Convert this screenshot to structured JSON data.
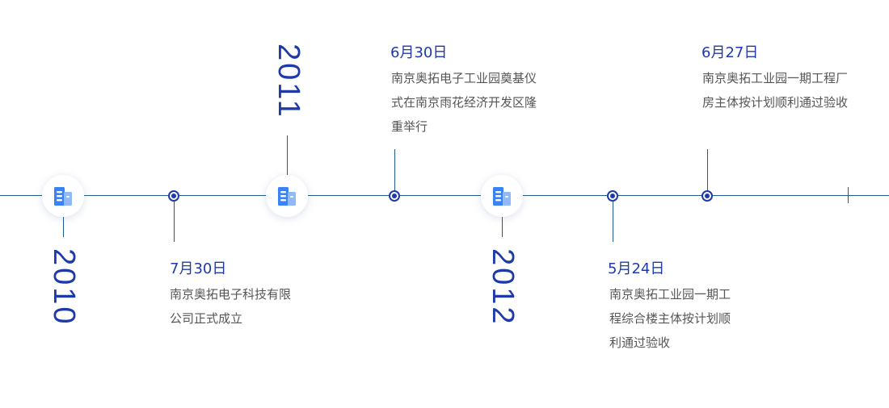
{
  "colors": {
    "accent": "#1e3aa8",
    "line": "#1f5c8f",
    "text": "#555555",
    "icon_blue": "#3b82f6",
    "icon_light": "#8fb9f8"
  },
  "years": {
    "y2010": "2010",
    "y2011": "2011",
    "y2012": "2012"
  },
  "events": [
    {
      "date": "7月30日",
      "desc": "南京奥拓电子科技有限公司正式成立"
    },
    {
      "date": "6月30日",
      "desc": "南京奥拓电子工业园奠基仪式在南京雨花经济开发区隆重举行"
    },
    {
      "date": "5月24日",
      "desc": "南京奥拓工业园一期工程综合楼主体按计划顺利通过验收"
    },
    {
      "date": "6月27日",
      "desc": "南京奥拓工业园一期工程厂房主体按计划顺利通过验收"
    }
  ],
  "icons": {
    "year_marker": "building-icon"
  }
}
